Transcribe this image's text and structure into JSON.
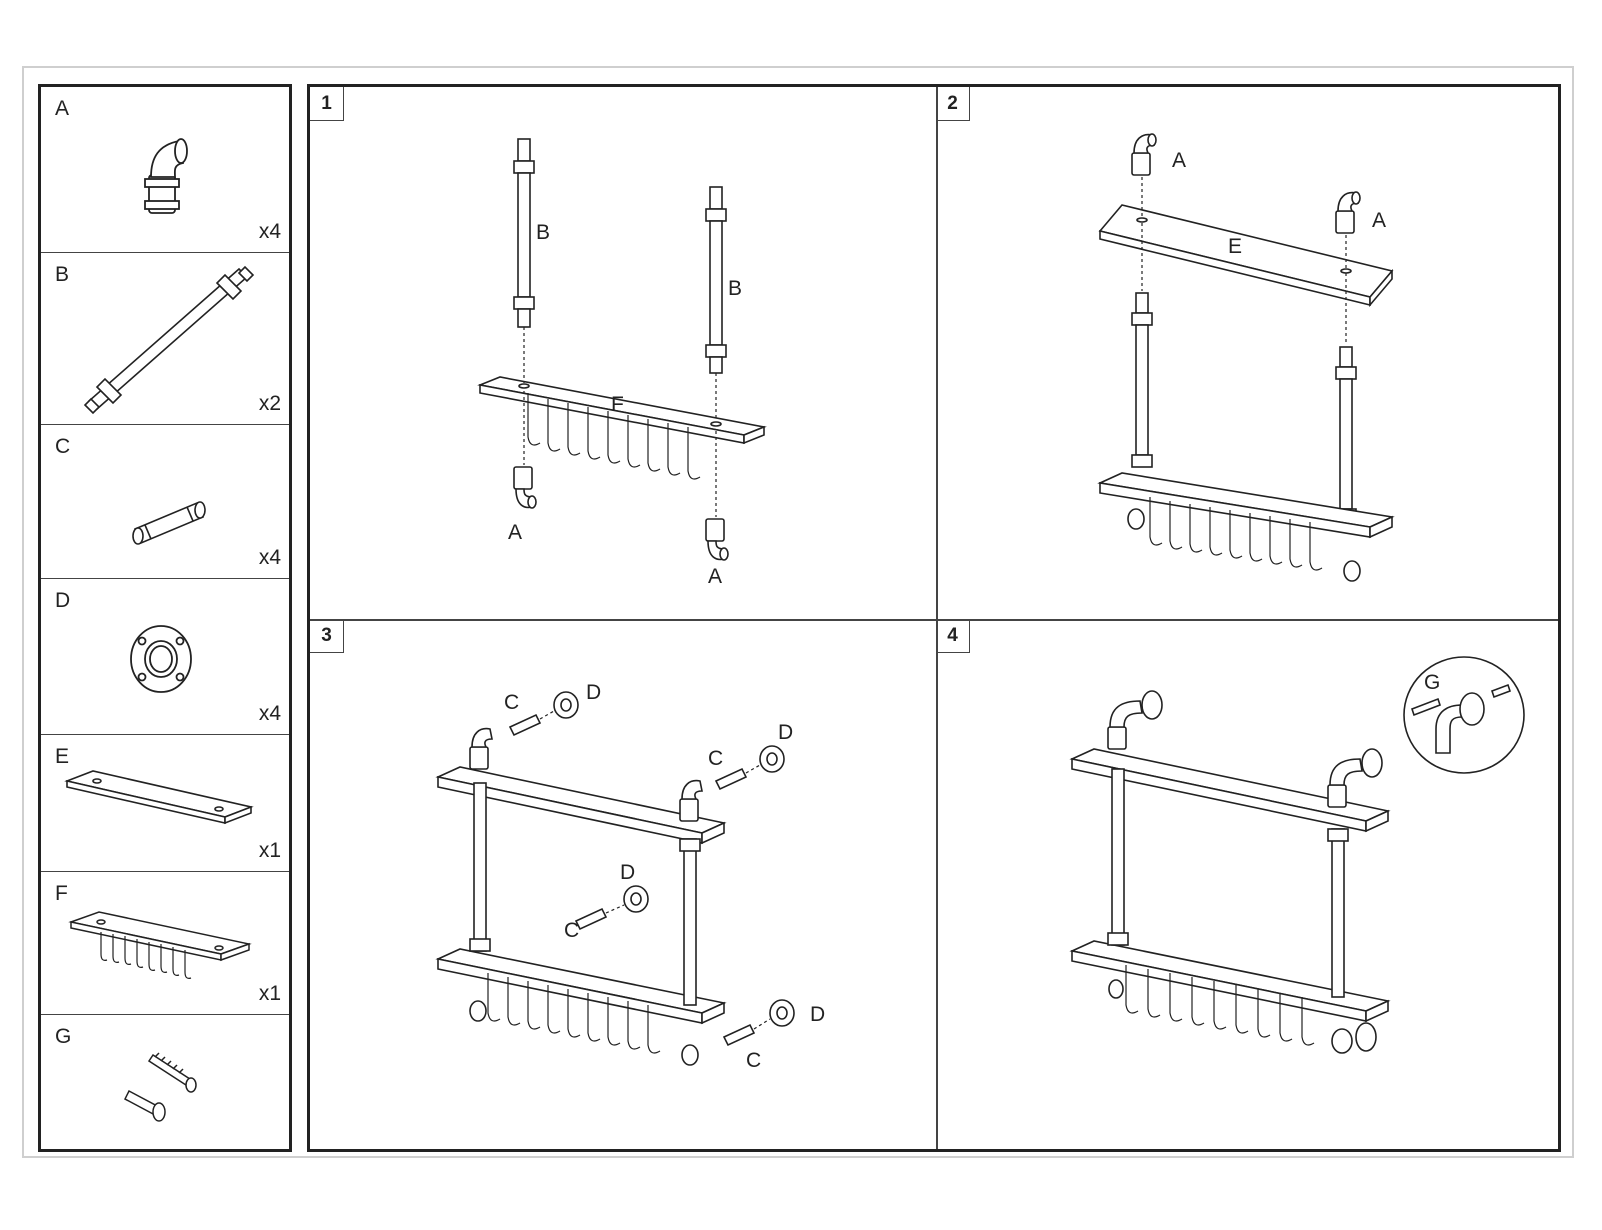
{
  "parts": [
    {
      "letter": "A",
      "qty": "x4",
      "icon": "elbow-icon"
    },
    {
      "letter": "B",
      "qty": "x2",
      "icon": "long-pipe-icon"
    },
    {
      "letter": "C",
      "qty": "x4",
      "icon": "short-pipe-icon"
    },
    {
      "letter": "D",
      "qty": "x4",
      "icon": "floor-flange-icon"
    },
    {
      "letter": "E",
      "qty": "x1",
      "icon": "shelf-board-icon"
    },
    {
      "letter": "F",
      "qty": "x1",
      "icon": "hook-shelf-icon"
    },
    {
      "letter": "G",
      "qty": "",
      "icon": "screw-anchor-icon"
    }
  ],
  "steps": [
    {
      "num": "1",
      "labels": [
        "B",
        "B",
        "F",
        "A",
        "A"
      ]
    },
    {
      "num": "2",
      "labels": [
        "A",
        "A",
        "E"
      ]
    },
    {
      "num": "3",
      "labels": [
        "C",
        "D",
        "C",
        "D",
        "C",
        "D",
        "C",
        "D"
      ]
    },
    {
      "num": "4",
      "labels": [
        "G"
      ]
    }
  ]
}
